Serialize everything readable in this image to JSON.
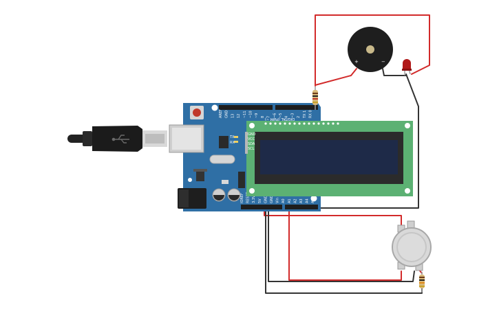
{
  "board": {
    "pin_labels_top": [
      "AREF",
      "GND",
      "13",
      "12",
      "~11",
      "~10",
      "~9",
      "8",
      "7",
      "~6",
      "~5",
      "4",
      "~3",
      "2",
      "TX 1",
      "RX 0"
    ],
    "digital_label": "DIGITAL (PWM ~)",
    "pin_labels_bottom": [
      "IOREF",
      "RESET",
      "3.3V",
      "5V",
      "GND",
      "GND",
      "Vin",
      "A0",
      "A1",
      "A2",
      "A3",
      "A4",
      "A5"
    ],
    "tx_label": "TX",
    "rx_label": "RX"
  },
  "lcd": {
    "i2c_pins": [
      "GND",
      "VCC",
      "SDA",
      "SCL"
    ]
  },
  "buzzer": {
    "plus_label": "+",
    "minus_label": "−"
  },
  "colors": {
    "board": "#2f6fa5",
    "lcd_pcb": "#5cb173",
    "lcd_screen": "#1e2a48",
    "wire_red": "#d22a2a",
    "wire_dark": "#333333",
    "wire_yellow": "#e8c400",
    "led": "#b01818"
  }
}
